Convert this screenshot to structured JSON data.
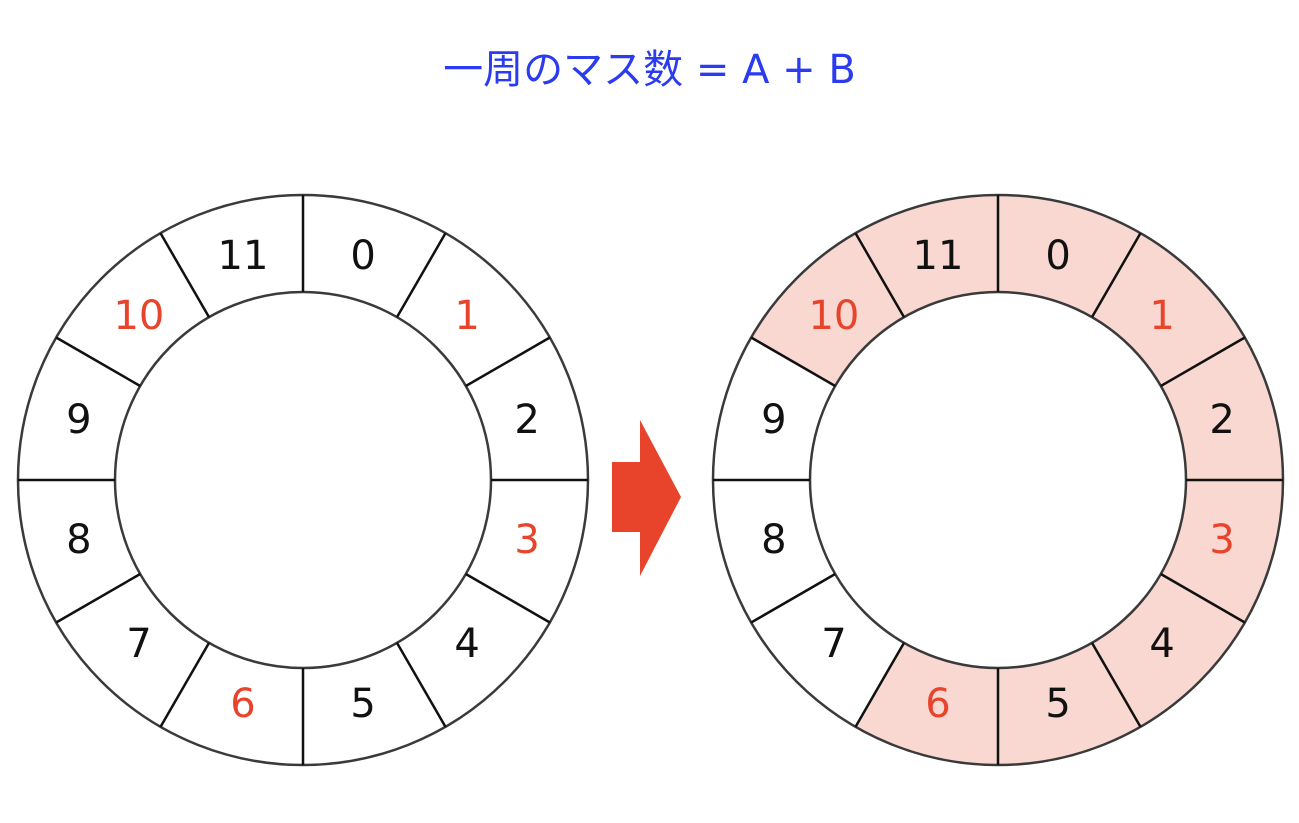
{
  "title": "一周のマス数 = A + B",
  "colors": {
    "title": "#2a3bf0",
    "highlight_text": "#e8432b",
    "normal_text": "#111111",
    "highlight_fill": "#f8d8d1",
    "stroke": "#3a3a3a",
    "arrow": "#e8432b"
  },
  "rings": [
    {
      "cells": [
        {
          "label": "0",
          "highlighted_text": false,
          "filled": false
        },
        {
          "label": "1",
          "highlighted_text": true,
          "filled": false
        },
        {
          "label": "2",
          "highlighted_text": false,
          "filled": false
        },
        {
          "label": "3",
          "highlighted_text": true,
          "filled": false
        },
        {
          "label": "4",
          "highlighted_text": false,
          "filled": false
        },
        {
          "label": "5",
          "highlighted_text": false,
          "filled": false
        },
        {
          "label": "6",
          "highlighted_text": true,
          "filled": false
        },
        {
          "label": "7",
          "highlighted_text": false,
          "filled": false
        },
        {
          "label": "8",
          "highlighted_text": false,
          "filled": false
        },
        {
          "label": "9",
          "highlighted_text": false,
          "filled": false
        },
        {
          "label": "10",
          "highlighted_text": true,
          "filled": false
        },
        {
          "label": "11",
          "highlighted_text": false,
          "filled": false
        }
      ]
    },
    {
      "cells": [
        {
          "label": "0",
          "highlighted_text": false,
          "filled": true
        },
        {
          "label": "1",
          "highlighted_text": true,
          "filled": true
        },
        {
          "label": "2",
          "highlighted_text": false,
          "filled": true
        },
        {
          "label": "3",
          "highlighted_text": true,
          "filled": true
        },
        {
          "label": "4",
          "highlighted_text": false,
          "filled": true
        },
        {
          "label": "5",
          "highlighted_text": false,
          "filled": true
        },
        {
          "label": "6",
          "highlighted_text": true,
          "filled": true
        },
        {
          "label": "7",
          "highlighted_text": false,
          "filled": false
        },
        {
          "label": "8",
          "highlighted_text": false,
          "filled": false
        },
        {
          "label": "9",
          "highlighted_text": false,
          "filled": false
        },
        {
          "label": "10",
          "highlighted_text": true,
          "filled": true
        },
        {
          "label": "11",
          "highlighted_text": false,
          "filled": true
        }
      ]
    }
  ]
}
